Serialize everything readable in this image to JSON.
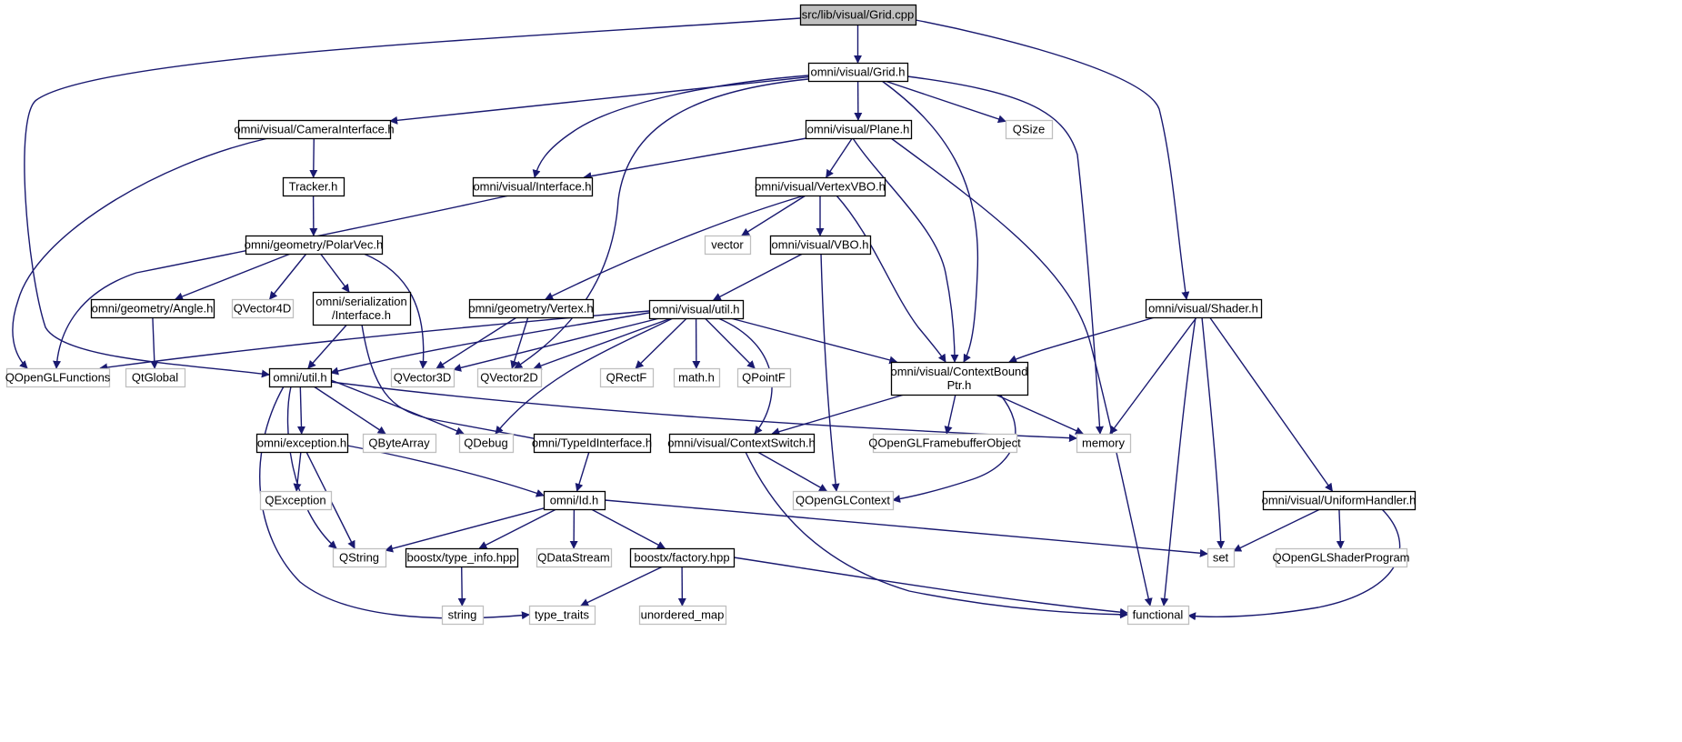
{
  "colors": {
    "edge": "#191970",
    "node_border": "#000000",
    "node_gray_border": "#bfbfbf",
    "root_fill": "#bfbfbf",
    "node_fill": "#ffffff",
    "text": "#000000",
    "gray_text": "#666666"
  },
  "nodes": [
    {
      "id": "root",
      "label": "src/lib/visual/Grid.cpp",
      "kind": "root"
    },
    {
      "id": "grid_h",
      "label": "omni/visual/Grid.h",
      "kind": "normal"
    },
    {
      "id": "camera",
      "label": "omni/visual/CameraInterface.h",
      "kind": "normal"
    },
    {
      "id": "plane",
      "label": "omni/visual/Plane.h",
      "kind": "normal"
    },
    {
      "id": "qsize",
      "label": "QSize",
      "kind": "external"
    },
    {
      "id": "tracker",
      "label": "Tracker.h",
      "kind": "normal"
    },
    {
      "id": "interface",
      "label": "omni/visual/Interface.h",
      "kind": "normal"
    },
    {
      "id": "vertexvbo",
      "label": "omni/visual/VertexVBO.h",
      "kind": "normal"
    },
    {
      "id": "polarvec",
      "label": "omni/geometry/PolarVec.h",
      "kind": "normal"
    },
    {
      "id": "vector",
      "label": "vector",
      "kind": "external"
    },
    {
      "id": "vbo",
      "label": "omni/visual/VBO.h",
      "kind": "normal"
    },
    {
      "id": "angle",
      "label": "omni/geometry/Angle.h",
      "kind": "normal"
    },
    {
      "id": "qvector4d",
      "label": "QVector4D",
      "kind": "external"
    },
    {
      "id": "serialization",
      "label": [
        "omni/serialization",
        "/Interface.h"
      ],
      "kind": "normal"
    },
    {
      "id": "vertex",
      "label": "omni/geometry/Vertex.h",
      "kind": "normal"
    },
    {
      "id": "vutil",
      "label": "omni/visual/util.h",
      "kind": "normal"
    },
    {
      "id": "shader",
      "label": "omni/visual/Shader.h",
      "kind": "normal"
    },
    {
      "id": "qoglfunc",
      "label": "QOpenGLFunctions",
      "kind": "external"
    },
    {
      "id": "qtglobal",
      "label": "QtGlobal",
      "kind": "external"
    },
    {
      "id": "util",
      "label": "omni/util.h",
      "kind": "normal"
    },
    {
      "id": "qvector3d",
      "label": "QVector3D",
      "kind": "external"
    },
    {
      "id": "qvector2d",
      "label": "QVector2D",
      "kind": "external"
    },
    {
      "id": "qrectf",
      "label": "QRectF",
      "kind": "external"
    },
    {
      "id": "mathh",
      "label": "math.h",
      "kind": "external"
    },
    {
      "id": "qpointf",
      "label": "QPointF",
      "kind": "external"
    },
    {
      "id": "ctxbound",
      "label": [
        "omni/visual/ContextBound",
        "Ptr.h"
      ],
      "kind": "normal"
    },
    {
      "id": "exception",
      "label": "omni/exception.h",
      "kind": "normal"
    },
    {
      "id": "qbytearray",
      "label": "QByteArray",
      "kind": "external"
    },
    {
      "id": "qdebug",
      "label": "QDebug",
      "kind": "external"
    },
    {
      "id": "typeid",
      "label": "omni/TypeIdInterface.h",
      "kind": "normal"
    },
    {
      "id": "ctxswitch",
      "label": "omni/visual/ContextSwitch.h",
      "kind": "normal"
    },
    {
      "id": "qoglfbo",
      "label": "QOpenGLFramebufferObject",
      "kind": "external"
    },
    {
      "id": "memory",
      "label": "memory",
      "kind": "external"
    },
    {
      "id": "qexception",
      "label": "QException",
      "kind": "external"
    },
    {
      "id": "id",
      "label": "omni/Id.h",
      "kind": "normal"
    },
    {
      "id": "qoglcontext",
      "label": "QOpenGLContext",
      "kind": "external"
    },
    {
      "id": "uniform",
      "label": "omni/visual/UniformHandler.h",
      "kind": "normal"
    },
    {
      "id": "qstring",
      "label": "QString",
      "kind": "external"
    },
    {
      "id": "typeinfo",
      "label": "boostx/type_info.hpp",
      "kind": "normal"
    },
    {
      "id": "qdatastream",
      "label": "QDataStream",
      "kind": "external"
    },
    {
      "id": "factory",
      "label": "boostx/factory.hpp",
      "kind": "normal"
    },
    {
      "id": "set",
      "label": "set",
      "kind": "external"
    },
    {
      "id": "qoglshader",
      "label": "QOpenGLShaderProgram",
      "kind": "external"
    },
    {
      "id": "string",
      "label": "string",
      "kind": "external"
    },
    {
      "id": "typetraits",
      "label": "type_traits",
      "kind": "external"
    },
    {
      "id": "unorderedmap",
      "label": "unordered_map",
      "kind": "external"
    },
    {
      "id": "functional",
      "label": "functional",
      "kind": "external"
    }
  ],
  "edges": [
    [
      "root",
      "grid_h"
    ],
    [
      "root",
      "util"
    ],
    [
      "root",
      "shader"
    ],
    [
      "grid_h",
      "camera"
    ],
    [
      "grid_h",
      "plane"
    ],
    [
      "grid_h",
      "qsize"
    ],
    [
      "grid_h",
      "interface"
    ],
    [
      "grid_h",
      "qvector2d"
    ],
    [
      "grid_h",
      "ctxbound"
    ],
    [
      "grid_h",
      "memory"
    ],
    [
      "camera",
      "tracker"
    ],
    [
      "camera",
      "qoglfunc"
    ],
    [
      "tracker",
      "polarvec"
    ],
    [
      "plane",
      "interface"
    ],
    [
      "plane",
      "vertexvbo"
    ],
    [
      "plane",
      "ctxbound"
    ],
    [
      "plane",
      "functional"
    ],
    [
      "interface",
      "qoglfunc"
    ],
    [
      "vertexvbo",
      "vector"
    ],
    [
      "vertexvbo",
      "vbo"
    ],
    [
      "vertexvbo",
      "vertex"
    ],
    [
      "vertexvbo",
      "ctxbound"
    ],
    [
      "polarvec",
      "angle"
    ],
    [
      "polarvec",
      "qvector4d"
    ],
    [
      "polarvec",
      "serialization"
    ],
    [
      "polarvec",
      "qvector3d"
    ],
    [
      "vbo",
      "vutil"
    ],
    [
      "vbo",
      "qoglcontext"
    ],
    [
      "angle",
      "qtglobal"
    ],
    [
      "serialization",
      "util"
    ],
    [
      "serialization",
      "typeid"
    ],
    [
      "vertex",
      "qvector3d"
    ],
    [
      "vertex",
      "qvector2d"
    ],
    [
      "vutil",
      "qoglfunc"
    ],
    [
      "vutil",
      "util"
    ],
    [
      "vutil",
      "qvector3d"
    ],
    [
      "vutil",
      "qvector2d"
    ],
    [
      "vutil",
      "qrectf"
    ],
    [
      "vutil",
      "mathh"
    ],
    [
      "vutil",
      "qpointf"
    ],
    [
      "vutil",
      "ctxbound"
    ],
    [
      "vutil",
      "qdebug"
    ],
    [
      "vutil",
      "ctxswitch"
    ],
    [
      "shader",
      "ctxbound"
    ],
    [
      "shader",
      "memory"
    ],
    [
      "shader",
      "uniform"
    ],
    [
      "shader",
      "set"
    ],
    [
      "shader",
      "functional"
    ],
    [
      "util",
      "exception"
    ],
    [
      "util",
      "qbytearray"
    ],
    [
      "util",
      "qdebug"
    ],
    [
      "util",
      "memory"
    ],
    [
      "util",
      "qstring"
    ],
    [
      "util",
      "typetraits"
    ],
    [
      "ctxbound",
      "ctxswitch"
    ],
    [
      "ctxbound",
      "qoglfbo"
    ],
    [
      "ctxbound",
      "memory"
    ],
    [
      "ctxbound",
      "qoglcontext"
    ],
    [
      "exception",
      "qexception"
    ],
    [
      "exception",
      "qstring"
    ],
    [
      "exception",
      "id"
    ],
    [
      "typeid",
      "id"
    ],
    [
      "ctxswitch",
      "qoglcontext"
    ],
    [
      "ctxswitch",
      "functional"
    ],
    [
      "id",
      "qstring"
    ],
    [
      "id",
      "typeinfo"
    ],
    [
      "id",
      "qdatastream"
    ],
    [
      "id",
      "factory"
    ],
    [
      "id",
      "set"
    ],
    [
      "uniform",
      "set"
    ],
    [
      "uniform",
      "qoglshader"
    ],
    [
      "uniform",
      "functional"
    ],
    [
      "typeinfo",
      "string"
    ],
    [
      "factory",
      "typetraits"
    ],
    [
      "factory",
      "unorderedmap"
    ],
    [
      "factory",
      "functional"
    ]
  ]
}
